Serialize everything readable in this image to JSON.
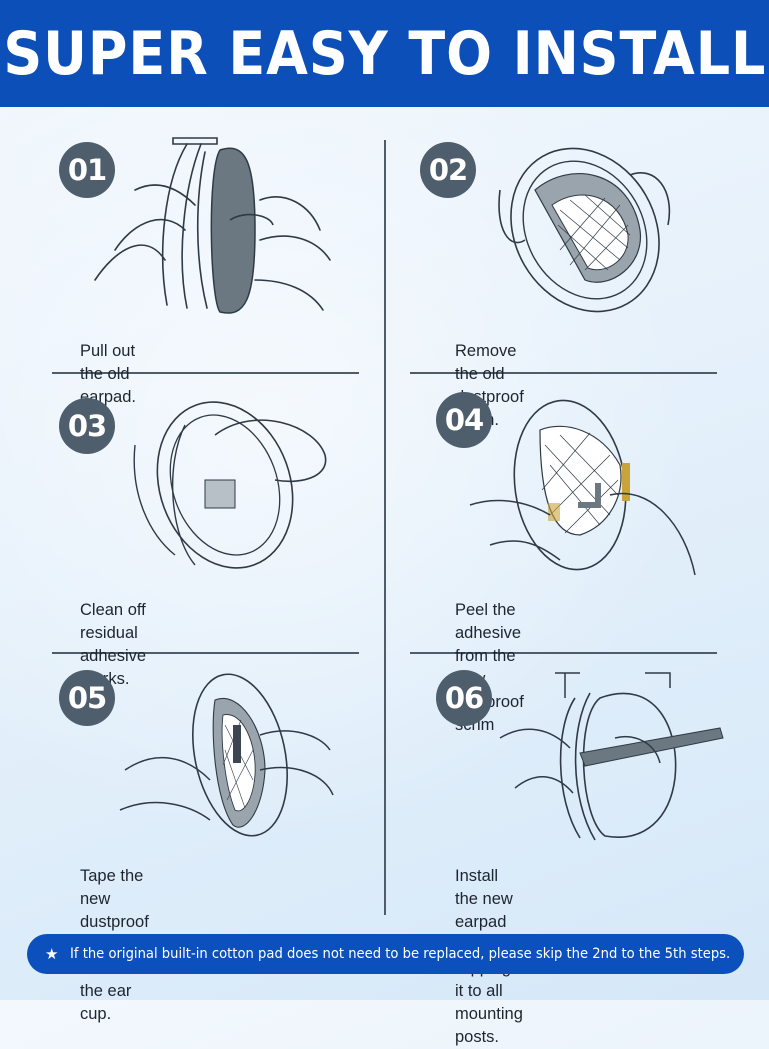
{
  "header": {
    "title": "SUPER EASY TO INSTALL"
  },
  "steps": [
    {
      "number": "01",
      "caption_lines": [
        "Pull out the old earpad.",
        ""
      ]
    },
    {
      "number": "02",
      "caption_lines": [
        "Remove the old dustproof scrim.",
        ""
      ]
    },
    {
      "number": "03",
      "caption_lines": [
        "Clean off residual adhesive marks.",
        ""
      ]
    },
    {
      "number": "04",
      "caption_lines": [
        "Peel the adhesive from the new",
        "dustproof scrim"
      ]
    },
    {
      "number": "05",
      "caption_lines": [
        "Tape the new dustproof scrim",
        "inside the ear cup."
      ]
    },
    {
      "number": "06",
      "caption_lines": [
        "Install the new earpad by clipping",
        "it to all mounting posts."
      ]
    }
  ],
  "note": {
    "icon": "star-icon",
    "text": "If the original built-in cotton pad does not need to be replaced, please skip the 2nd to the 5th steps."
  },
  "colors": {
    "header_blue": "#0c4fb8",
    "badge_gray": "#4f5e6c",
    "pad_gray": "#6b7781",
    "tape_yellow": "#c9a33c"
  }
}
